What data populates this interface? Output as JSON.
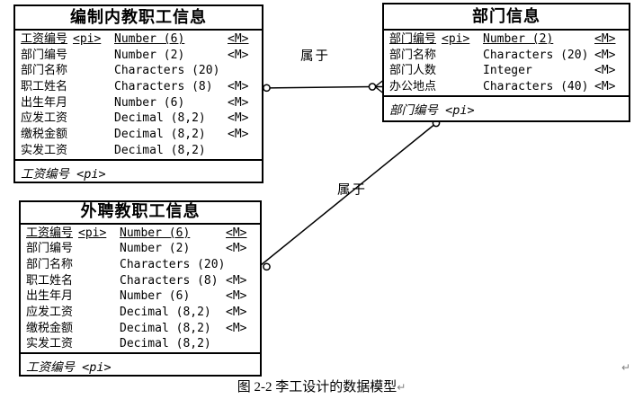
{
  "colors": {
    "ink": "#000000",
    "background": "#ffffff",
    "mark_gray": "#808080"
  },
  "diagram": {
    "entities": [
      {
        "title": "编制内教职工信息",
        "identifier": "工资编号 <pi>",
        "attributes": [
          {
            "name": "工资编号",
            "pi": "<pi>",
            "type": "Number (6)",
            "m": "<M>"
          },
          {
            "name": "部门编号",
            "pi": "",
            "type": "Number (2)",
            "m": "<M>"
          },
          {
            "name": "部门名称",
            "pi": "",
            "type": "Characters (20)",
            "m": ""
          },
          {
            "name": "职工姓名",
            "pi": "",
            "type": "Characters (8)",
            "m": "<M>"
          },
          {
            "name": "出生年月",
            "pi": "",
            "type": "Number (6)",
            "m": "<M>"
          },
          {
            "name": "应发工资",
            "pi": "",
            "type": "Decimal (8,2)",
            "m": "<M>"
          },
          {
            "name": "缴税金额",
            "pi": "",
            "type": "Decimal (8,2)",
            "m": "<M>"
          },
          {
            "name": "实发工资",
            "pi": "",
            "type": "Decimal (8,2)",
            "m": ""
          }
        ]
      },
      {
        "title": "部门信息",
        "identifier": "部门编号 <pi>",
        "attributes": [
          {
            "name": "部门编号",
            "pi": "<pi>",
            "type": "Number (2)",
            "m": "<M>"
          },
          {
            "name": "部门名称",
            "pi": "",
            "type": "Characters (20)",
            "m": "<M>"
          },
          {
            "name": "部门人数",
            "pi": "",
            "type": "Integer",
            "m": "<M>"
          },
          {
            "name": "办公地点",
            "pi": "",
            "type": "Characters (40)",
            "m": "<M>"
          }
        ]
      },
      {
        "title": "外聘教职工信息",
        "identifier": "工资编号 <pi>",
        "attributes": [
          {
            "name": "工资编号",
            "pi": "<pi>",
            "type": "Number (6)",
            "m": "<M>"
          },
          {
            "name": "部门编号",
            "pi": "",
            "type": "Number (2)",
            "m": "<M>"
          },
          {
            "name": "部门名称",
            "pi": "",
            "type": "Characters (20)",
            "m": ""
          },
          {
            "name": "职工姓名",
            "pi": "",
            "type": "Characters (8)",
            "m": "<M>"
          },
          {
            "name": "出生年月",
            "pi": "",
            "type": "Number (6)",
            "m": "<M>"
          },
          {
            "name": "应发工资",
            "pi": "",
            "type": "Decimal (8,2)",
            "m": "<M>"
          },
          {
            "name": "缴税金额",
            "pi": "",
            "type": "Decimal (8,2)",
            "m": "<M>"
          },
          {
            "name": "实发工资",
            "pi": "",
            "type": "Decimal (8,2)",
            "m": ""
          }
        ]
      }
    ],
    "relationships": [
      {
        "label": "属于"
      },
      {
        "label": "属于"
      }
    ],
    "caption": "图 2-2 李工设计的数据模型",
    "paragraph_mark": "↵"
  }
}
